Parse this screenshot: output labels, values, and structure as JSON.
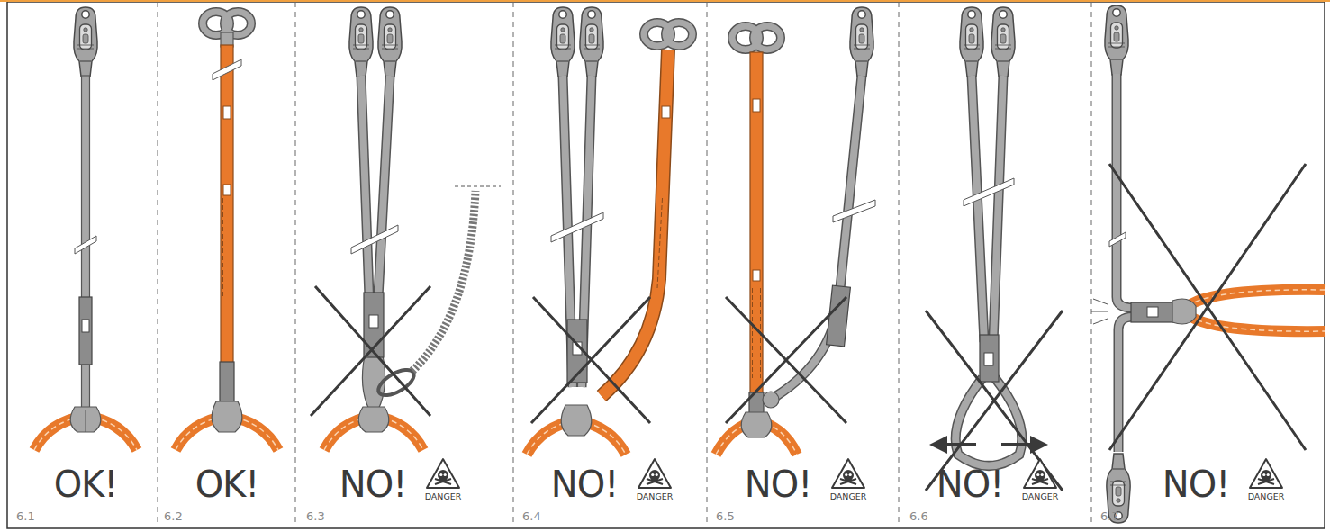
{
  "diagram": {
    "labels": [
      "OK!",
      "6.1",
      "OK!",
      "6.2",
      "NO!",
      "DANGER",
      "6.3",
      "NO!",
      "DANGER",
      "6.4",
      "NO!",
      "DANGER",
      "6.5",
      "NO!",
      "DANGER",
      "6.6",
      "NO!",
      "DANGER",
      "6.7"
    ]
  }
}
